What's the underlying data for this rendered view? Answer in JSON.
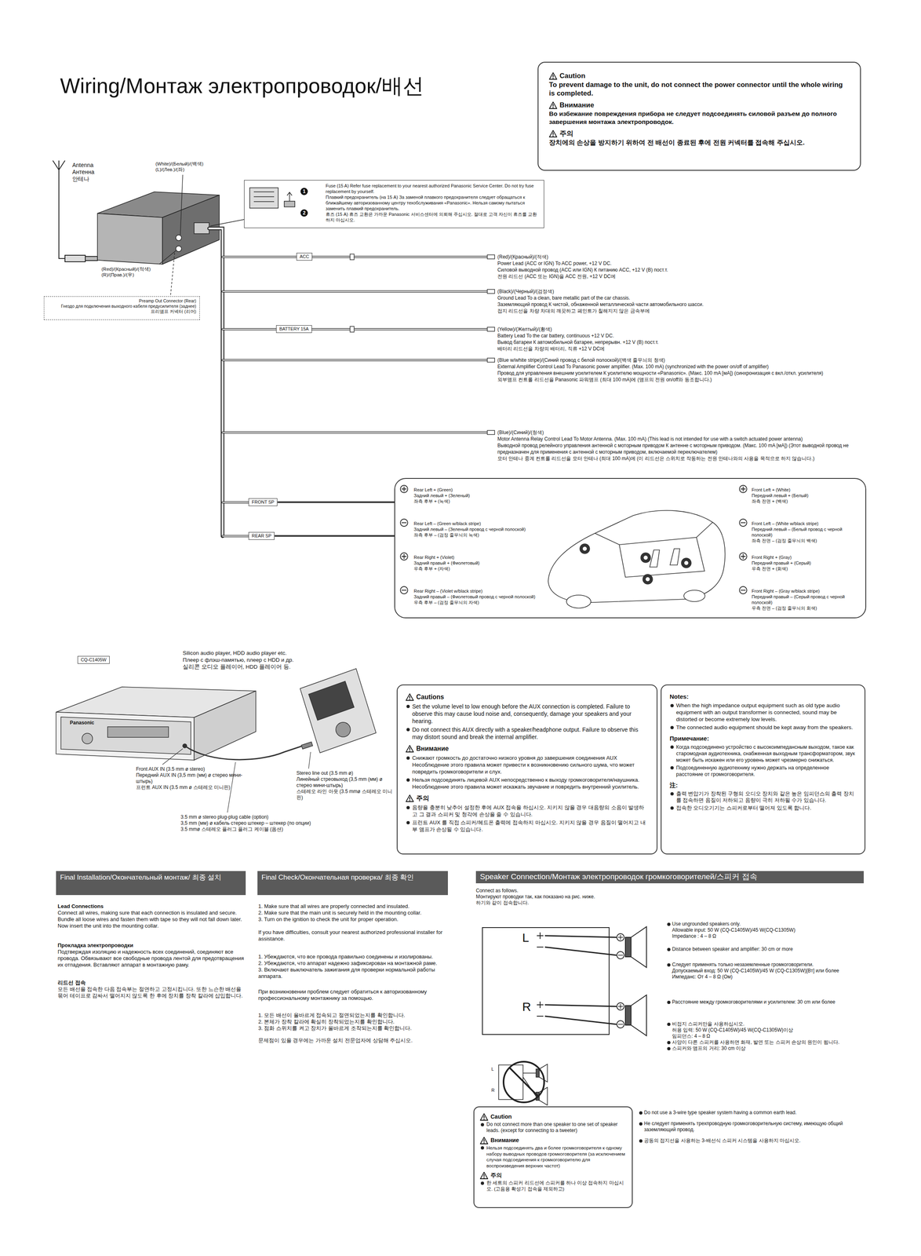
{
  "diagram": {
    "title": "Wiring/Монтаж электропроводок/배선",
    "nodes": [
      {
        "text": [
          "Caution",
          "To prevent damage to the unit, do not connect the power connector until the whole wiring is completed.",
          "Внимание",
          "Во избежание повреждения прибора не следует подсоединять силовой разъем до полного завершения монтажа электропроводок.",
          "주의",
          "장치에의 손상을 방지하기 위하여 전 배선이 종료된 후에 전원 커넥터를 접속해 주십시오."
        ]
      },
      {
        "text": [
          "Fuse (15 A) Refer fuse replacement to your nearest authorized Panasonic Service Center. Do not try fuse replacement by yourself.",
          "Плавкий предохранитель (на 15 А) За заменой плавкого предохранителя следует обращаться к ближайшему авторизованному центру техобслуживания «Panasonic». Нельзя самому пытаться заменить плавкий предохранитель.",
          "휴즈 (15 A) 휴즈 교환은 가까운 Panasonic 서비스센터에 의뢰해 주십시오. 절대로 고객 자신이 휴즈를 교환하지 마십시오."
        ]
      },
      {
        "text": [
          "ACC"
        ]
      },
      {
        "text": [
          "BATTERY 15A"
        ]
      },
      {
        "text": [
          "FRONT SP"
        ]
      },
      {
        "text": [
          "REAR SP"
        ]
      },
      {
        "text": [
          "Preamp Out Connector (Rear)",
          "Гнездо для подключения выходного кабеля предусилителя (заднее)",
          "프리앰프 커넥터 (리어)"
        ]
      },
      {
        "text": [
          "Rear Left + (Green)",
          "Задний левый + (Зеленый)",
          "좌측 후부 + (녹색)",
          "Rear Left – (Green w/black stripe)",
          "Задний левый – (Зеленый провод с черной полоской)",
          "좌측 후부 – (검정 줄무늬의 녹색)",
          "Rear Right + (Violet)",
          "Задний правый + (Фиолетовый)",
          "우측 후부 + (자색)",
          "Rear Right – (Violet w/black stripe)",
          "Задний правый – (Фиолетовый провод с черной полоской)",
          "우측 후부 – (검정 줄무늬의 자색)",
          "Front Left + (White)",
          "Передний левый + (Белый)",
          "좌측 전면 + (백색)",
          "Front Left – (White w/black stripe)",
          "Передний левый – (Белый провод с черной полоской)",
          "좌측 전면 – (검정 줄무늬의 백색)",
          "Front Right + (Gray)",
          "Передний правый + (Серый)",
          "우측 전면 + (회색)",
          "Front Right – (Gray w/black stripe)",
          "Передний правый – (Серый провод с черной полоской)",
          "우측 전면 – (검정 줄무늬의 회색)"
        ]
      },
      {
        "text": [
          "CQ-C1405W"
        ]
      },
      {
        "text": [
          "Cautions",
          "Set the volume level to low enough before the AUX connection is completed. Failure to observe this may cause loud noise and, consequently, damage your speakers and your hearing.",
          "Do not connect this AUX directly with a speaker/headphone output. Failure to observe this may distort sound and break the internal amplifier.",
          "Внимание",
          "Снижают громкость до достаточно низкого уровня до завершения соединения AUX Несоблюдение этого правила может привести к возникновению сильного шума, что может повредить громкоговорители и слух.",
          "Нельзя подсоединять лицевой AUX непосредственно к выходу громкоговорителя/наушника. Несоблюдение этого правила может искажать звучание и повредить внутренний усилитель.",
          "주의",
          "음량을 충분히 낮추어 설정한 후에 AUX 접속을 하십시오. 지키지 않을 경우 대음량의 소음이 발생하고 그 결과 스피커 및 청각에 손상을 줄 수 있습니다.",
          "프런트 AUX 를 직접 스피커/헤드폰 출력에 접속하지 마십시오. 지키지 않을 경우 음질이 떨어지고 내부 앰프가 손상될 수 있습니다."
        ]
      },
      {
        "text": [
          "Notes:",
          "When the high impedance output equipment such as old type audio equipment with an output transformer is connected, sound may be distorted or become extremely low levels.",
          "The connected audio equipment should be kept away from the speakers.",
          "Примечание:",
          "Когда подсоединено устройство с высокоимпедансным выходом, такое как старомодная аудиотехника, снабженная выходным трансформатором, звук может быть искажен или его уровень может чрезмерно снижаться.",
          "Подсоединенную аудиотехнику нужно держать на определенное расстояние от громкоговорителя.",
          "注:",
          "출력 변압기가 장착된 구형의 오디오 장치와 같은 높은 임피던스의 출력 장치를 접속하면 음질이 저하되고 음량이 극히 저하될 수가 있습니다.",
          "접속한 오디오기기는 스피커로부터 떨어져 있도록 합니다."
        ]
      },
      {
        "text": [
          "Final Installation/Окончательный монтаж/ 최종 설치"
        ]
      },
      {
        "text": [
          "Final Check/Окончательная проверка/ 최종 확인"
        ]
      },
      {
        "text": [
          "Speaker Connection/Монтаж электропроводок громкоговорителей/스피커 접속"
        ]
      },
      {
        "text": [
          "Caution",
          "Do not connect more than one speaker to one set of speaker leads. (except for connecting to a tweeter)",
          "Внимание",
          "Нельзя подсоединять два и более громкоговорителя к одному набору выводных проводов громкоговорителя (за исключением случая подсоединения к громкоговорителю для воспроизведения верхних частот)",
          "주의",
          "한 세트의 스피커 리드선에 스피커를 하나 이상 접속하지 마십시오. (고음용 확성기 접속을 제외하고)"
        ]
      }
    ],
    "edges": [
      {
        "from": 4,
        "to": 7,
        "arrow": "none"
      },
      {
        "from": 5,
        "to": 7,
        "arrow": "none"
      }
    ],
    "labels": [
      "Antenna",
      "Антенна",
      "안테나",
      "(White)/(Белый)/(백색)",
      "(L)/(Лев.)/(좌)",
      "(Red)/(Красный)/(적색)",
      "(R)/(Прав.)/(우)",
      "1",
      "2",
      "(Red)/(Красный)/(적색)",
      "Power Lead (ACC or IGN) To ACC power, +12 V DC.",
      "Силовой выводной провод (ACC или IGN) К питанию ACC, +12 V (В) пост.т.",
      "전원 리드선 (ACC 또는 IGN)을 ACC 전원, +12 V DC에",
      "(Black)/(Черный)/(검정색)",
      "Ground Lead To a clean, bare metallic part of the car chassis.",
      "Заземляющий провод К чистой, обнаженной металлической части автомобильного шасси.",
      "접지 리드선을 차량 차대의 깨끗하고 페인트가 칠해지지 않은 금속부에",
      "(Yellow)/(Желтый)/(황색)",
      "Battery Lead To the car battery, continuous +12 V DC.",
      "Вывод батареи К автомобильной батарее, непрерывн. +12 V (В) пост.т.",
      "배터리 리드선을 차량의 배터리, 직류 +12 V DC에",
      "(Blue w/white stripe)/(Синий провод с белой полоской)/(백색 줄무늬의 청색)",
      "External Amplifier Control Lead To Panasonic power amplifier. (Max. 100 mA) (synchronized with the power on/off of amplifier)",
      "Провод для управления внешним усилителем К усилителю мощности «Panasonic». (Макс. 100 mA [мА]) (синхронизация с вкл./откл. усилителя)",
      "외부앰프 컨트롤 리드선을 Panasonic 파워앰프 (최대 100 mA)에 (앰프의 전원 on/off와 동조합니다.)",
      "(Blue)/(Синий)/(청색)",
      "Motor Antenna Relay Control Lead To Motor Antenna. (Max. 100 mA) (This lead is not intended for use with a switch actuated power antenna)",
      "Выводной провод релейного управления антенной с моторным приводом К антенне с моторным приводом. (Макс. 100 mA [мА]) (Этот выводной провод не предназначен для применения с антенной с моторным приводом, включаемой переключателем)",
      "모터 안테나 중계 컨트롤 리드선을 모터 안테나 (최대 100 mA)에 (이 리드선은 스위치로 작동하는 전원 안테나와의 사용을 목적으로 하지 않습니다.)",
      "Silicon audio player, HDD audio player etc.",
      "Плеер с флэш-памятью, плеер с HDD и др.",
      "실리콘 오디오 플레이어, HDD 플레이어 등.",
      "Panasonic",
      "Front AUX IN (3.5 mm ø stereo)",
      "Передний AUX IN (3,5 mm (мм) ø стерео мини-штырь)",
      "프런트 AUX IN (3.5 mm ø 스테레오 미니핀)",
      "Stereo line out (3.5 mm ø)",
      "Линейный стреовыход (3,5 mm (мм) ø стерео мини-штырь)",
      "스테레오 라인 아웃 (3.5 mmø 스테레오 미니핀)",
      "3.5 mm ø stereo plug-plug cable (option)",
      "3,5 mm (мм) ø кабель стерео штекер – штекер (по опции)",
      "3.5 mmø 스테레오 플러그 플러그 케이블 (옵션)",
      "Lead Connections",
      "Connect all wires, making sure that each connection is insulated and secure. Bundle all loose wires and fasten them with tape so they will not fall down later. Now insert the unit into the mounting collar.",
      "Прокладка электропроводки",
      "Подтверждая изоляцию и надежность всех соединений, соединяют все провода. Обвязывают все свободные провода лентой для предотвращения их отпадения. Вставляют аппарат в монтажную раму.",
      "리드선 접속",
      "모든 배선을 접속한 다음 접속부는 절연하고 고정시킵니다. 또한 느슨한 배선을 묶어 테이프로 감싸서 떨어지지 않도록 한 후에 장치를 장착 칼라에 삽입합니다.",
      "1. Make sure that all wires are properly connected and insulated.",
      "2. Make sure that the main unit is securely held in the mounting collar.",
      "3. Turn on the ignition to check the unit for proper operation.",
      "If you have difficulties, consult your nearest authorized professional installer for assistance.",
      "1. Убеждаются, что все провода правильно соединены и изолированы.",
      "2. Убеждаются, что аппарат надежно зафиксирован на монтажной раме.",
      "3. Включают выключатель зажигания для проверки нормальной работы аппарата.",
      "При возникновении проблем следует обратиться к авторизованному профессиональному монтажнику за помощью.",
      "1. 모든 배선이 올바르게 접속되고 절연되었는지를 확인합니다.",
      "2. 본체가 장착 칼라에 확실히 장착되었는지를 확인합니다.",
      "3. 점화 스위치를 켜고 장치가 올바르게 조작되는지를 확인합니다.",
      "문제점이 있을 경우에는 가까운 설치 전문업자에 상담해 주십시오.",
      "Connect as follows.",
      "Монтируют проводки так, как показано на рис. ниже.",
      "하기와 같이 접속합니다.",
      "L",
      "R",
      "Use ungrounded speakers only.",
      "Allowable input: 50 W (CQ-C1405W)/45 W(CQ-C1305W)",
      "Impedance : 4 – 8 Ω",
      "Distance between speaker and amplifier: 30 cm or more",
      "Следует применять только незаземленные громкоговорители.",
      "Допускаемый вход: 50 W (CQ-C1405W)/45 W (CQ-C1305W)[Вт] или более",
      "Импеданс: От 4 – 8 Ω (Ом)",
      "Расстояние между громкоговорителями и усилителем: 30 cm или более",
      "비접지 스피커만을 사용하십시오.",
      "허용 입력: 50 W (CQ-C1405W)/45 W(CQ-C1305W)이상",
      "임피던스: 4 – 8 Ω",
      "사양이 다른 스피커를 사용하면 화재, 발연 또는 스피커 손상의 원인이 됩니다.",
      "스피커와 앰프의 거리: 30 cm 이상",
      "L",
      "R",
      "Do not use a 3-wire type speaker system having a common earth lead.",
      "Не следует применять трехпроводную громкоговорительную систему, имеющую общий заземляющий провод.",
      "공동의 접지선을 사용하는 3-배선식 스피커 시스템을 사용하지 마십시오."
    ]
  }
}
